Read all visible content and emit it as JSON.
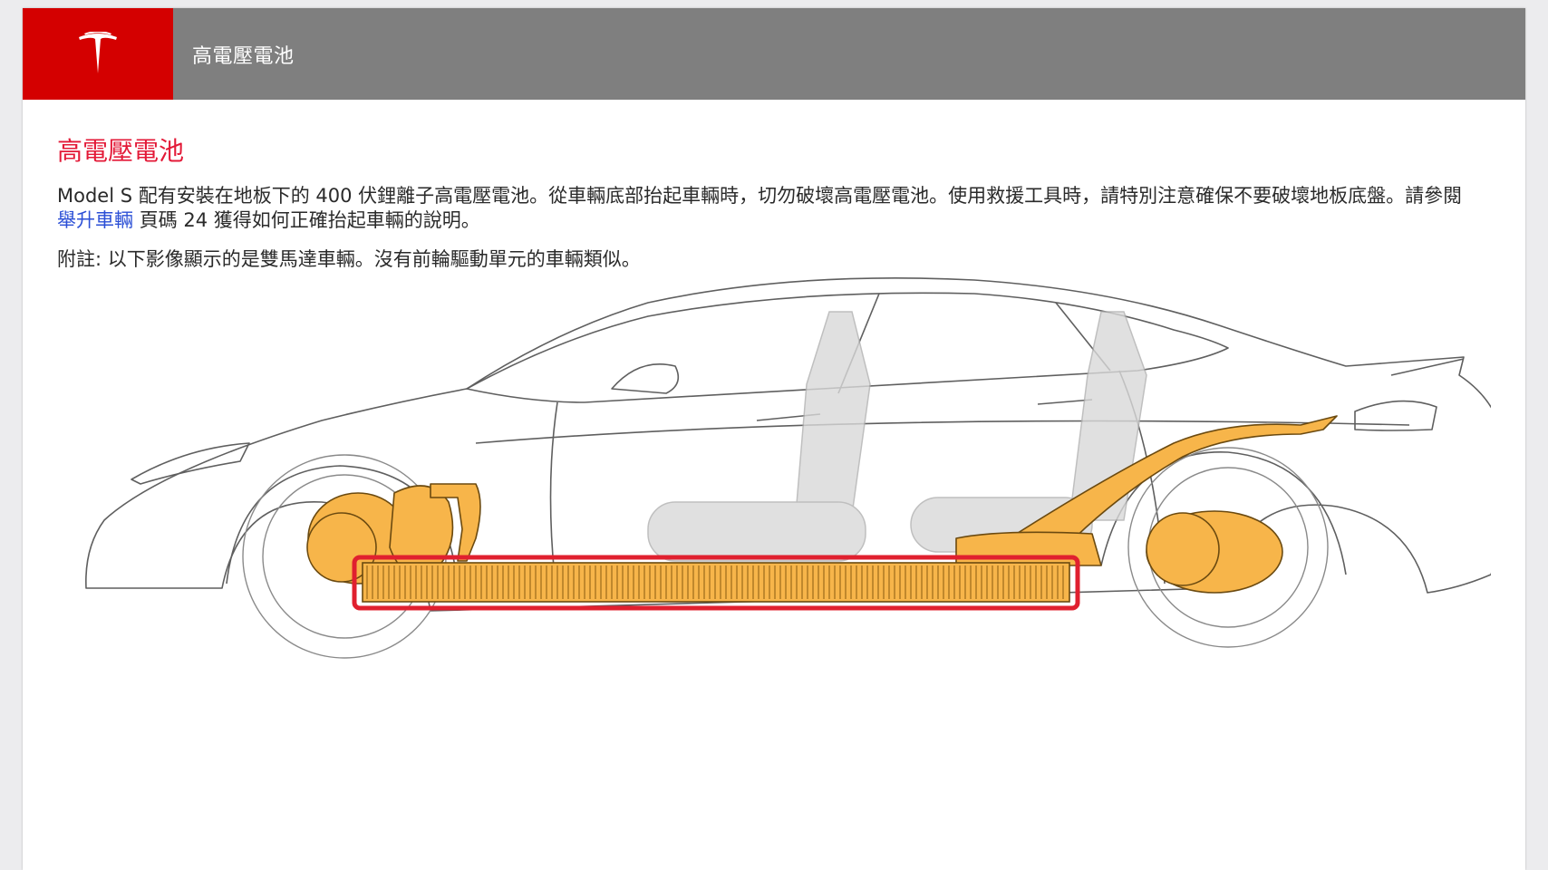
{
  "header": {
    "logo_icon": "tesla-logo-icon",
    "title": "高電壓電池"
  },
  "section": {
    "title": "高電壓電池",
    "paragraph_before_link": "Model S 配有安裝在地板下的 400 伏鋰離子高電壓電池。從車輛底部抬起車輛時，切勿破壞高電壓電池。使用救援工具時，請特別注意確保不要破壞地板底盤。請參閱",
    "link_text": "舉升車輛",
    "paragraph_after_link": "頁碼 24 獲得如何正確抬起車輛的說明。",
    "note": "附註: 以下影像顯示的是雙馬達車輛。沒有前輪驅動單元的車輛類似。"
  },
  "figure": {
    "subject": "vehicle-side-cutaway",
    "highlight_icon": "battery-highlight-box",
    "colors": {
      "brand_red": "#d40000",
      "title_red": "#e31937",
      "highlight_red": "#e0202f",
      "component_orange": "#f5a623",
      "header_gray": "#7f7f7f",
      "link_blue": "#2b4fd6"
    }
  }
}
